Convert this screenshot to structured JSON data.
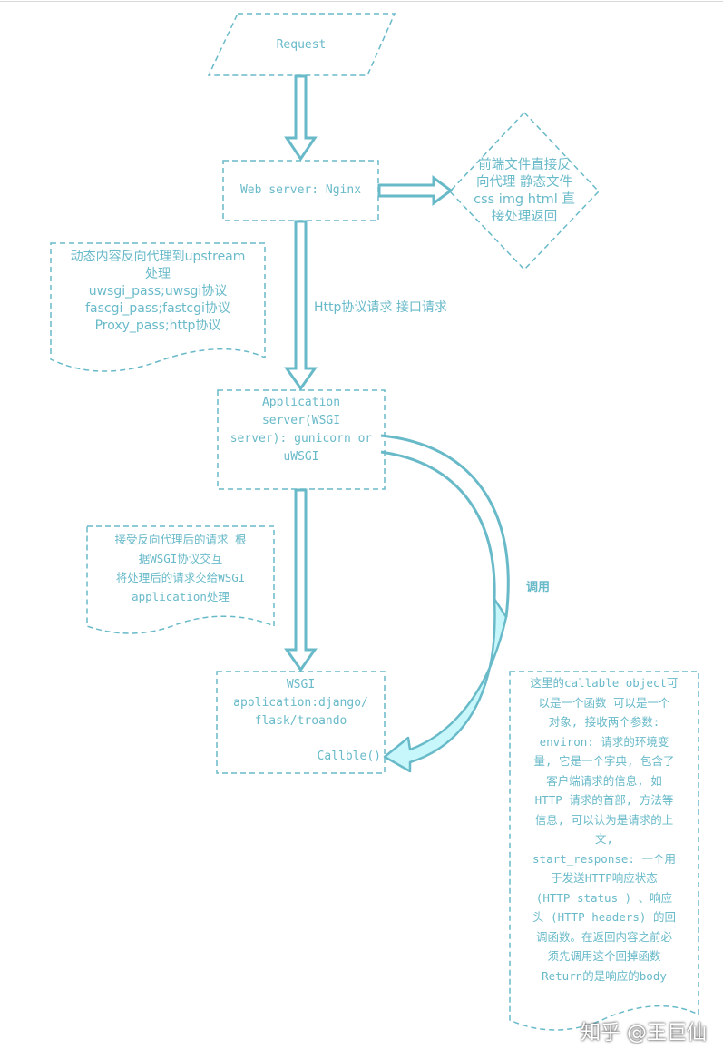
{
  "nodes": {
    "request": {
      "label": "Request"
    },
    "web_server": {
      "label": "Web server: Nginx"
    },
    "static_note": {
      "lines": [
        "前端文件直接反",
        "向代理 静态文件",
        "css img html 直",
        "接处理返回"
      ]
    },
    "dynamic_note": {
      "lines": [
        "动态内容反向代理到upstream",
        "处理",
        "uwsgi_pass;uwsgi协议",
        "fascgi_pass;fastcgi协议",
        "Proxy_pass;http协议"
      ]
    },
    "app_server": {
      "lines": [
        "Application",
        "server(WSGI",
        "server): gunicorn or",
        "uWSGI"
      ]
    },
    "app_server_note": {
      "lines": [
        "接受反向代理后的请求 根",
        "据WSGI协议交互",
        "将处理后的请求交给WSGI",
        "application处理"
      ]
    },
    "wsgi_app": {
      "lines": [
        "WSGI",
        "application:django/",
        "flask/troando"
      ],
      "callable": "Callble()"
    },
    "callable_note": {
      "lines": [
        "这里的callable object可",
        "以是一个函数 可以是一个",
        "对象, 接收两个参数:",
        "environ: 请求的环境变",
        "量, 它是一个字典, 包含了",
        "客户端请求的信息, 如",
        "HTTP 请求的首部, 方法等",
        "信息, 可以认为是请求的上",
        "文,",
        "start_response: 一个用",
        "于发送HTTP响应状态",
        "(HTTP status ) 、响应",
        "头 (HTTP headers) 的回",
        "调函数。在返回内容之前必",
        "须先调用这个回掉函数",
        "Return的是响应的body"
      ]
    }
  },
  "edges": {
    "http_label": "Http协议请求 接口请求",
    "call_label": "调用"
  },
  "watermark": "知乎 @王巨仙",
  "colors": {
    "stroke": "#69bac9",
    "arrow_fill": "#c8f7fb",
    "text": "#69bac9"
  }
}
